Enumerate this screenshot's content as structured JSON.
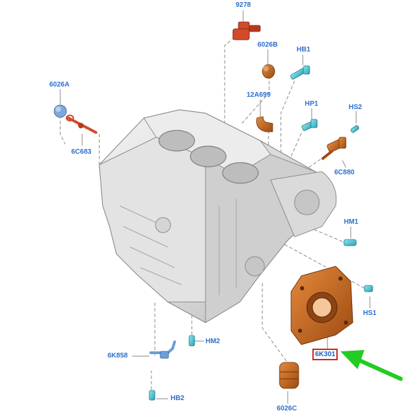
{
  "diagram": {
    "callouts": {
      "p9278": "9278",
      "p6026B": "6026B",
      "pHB1": "HB1",
      "p6026A": "6026A",
      "p12A699": "12A699",
      "pHP1": "HP1",
      "pHS2": "HS2",
      "p6C683": "6C683",
      "p6C880": "6C880",
      "pHM1": "HM1",
      "pHS1": "HS1",
      "p6K301": "6K301",
      "pHM2": "HM2",
      "p6K858": "6K858",
      "pHB2": "HB2",
      "p6026C": "6026C"
    },
    "highlighted_part": "6K301",
    "colors": {
      "label": "#2e6fce",
      "leader": "#8a8a8a",
      "sensor": "#d24a2a",
      "copper": "#c2631e",
      "cyan_part": "#4fc6d8",
      "highlight_box": "#d0271d",
      "arrow": "#22cc22",
      "engine_block": "#d9d9d9"
    }
  }
}
